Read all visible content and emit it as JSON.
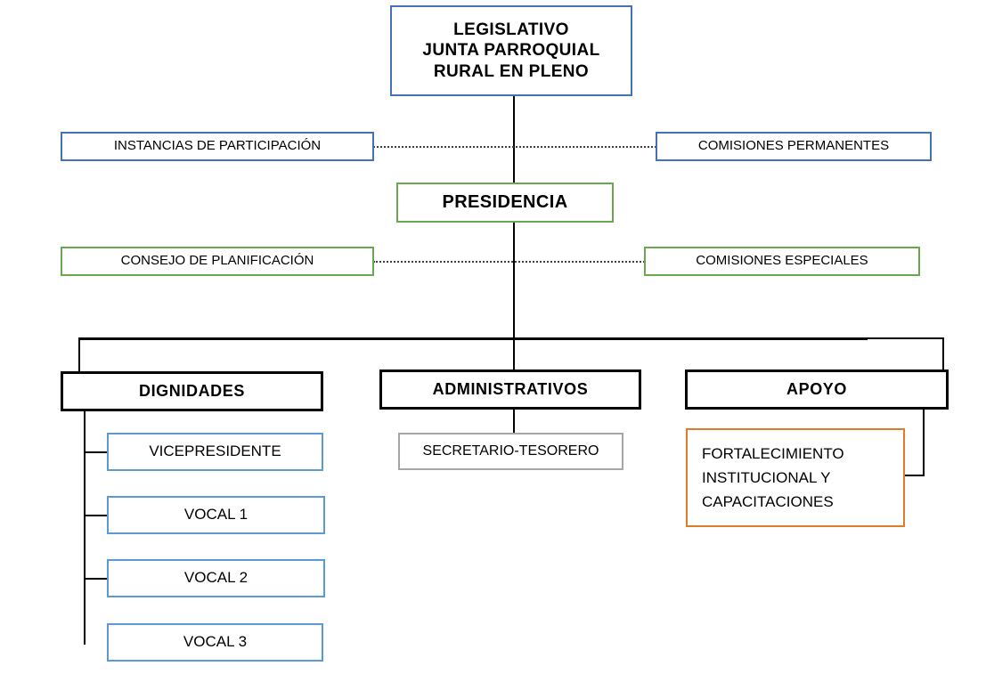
{
  "diagram": {
    "title": "Organigrama Junta Parroquial Rural",
    "colors": {
      "blue": "#4472b8",
      "blue_light": "#5b9bd5",
      "green": "#6aa84f",
      "black": "#000000",
      "gray": "#a6a6a6",
      "orange": "#e07b28"
    },
    "nodes": {
      "legislativo": {
        "line1": "LEGISLATIVO",
        "line2": "JUNTA PARROQUIAL",
        "line3": "RURAL EN PLENO"
      },
      "instancias_participacion": {
        "label": "INSTANCIAS  DE PARTICIPACIÓN"
      },
      "comisiones_permanentes": {
        "label": "COMISIONES  PERMANENTES"
      },
      "presidencia": {
        "label": "PRESIDENCIA"
      },
      "consejo_planificacion": {
        "label": "CONSEJO DE PLANIFICACIÓN"
      },
      "comisiones_especiales": {
        "label": "COMISIONES  ESPECIALES"
      },
      "dignidades": {
        "label": "DIGNIDADES"
      },
      "administrativos": {
        "label": "ADMINISTRATIVOS"
      },
      "apoyo": {
        "label": "APOYO"
      },
      "vicepresidente": {
        "label": "VICEPRESIDENTE"
      },
      "vocal_1": {
        "label": "VOCAL 1"
      },
      "vocal_2": {
        "label": "VOCAL 2"
      },
      "vocal_3": {
        "label": "VOCAL 3"
      },
      "secretario_tesorero": {
        "label": "SECRETARIO-TESORERO"
      },
      "fortalecimiento": {
        "line1": "FORTALECIMIENTO",
        "line2": "INSTITUCIONAL   Y",
        "line3": "CAPACITACIONES"
      }
    }
  }
}
